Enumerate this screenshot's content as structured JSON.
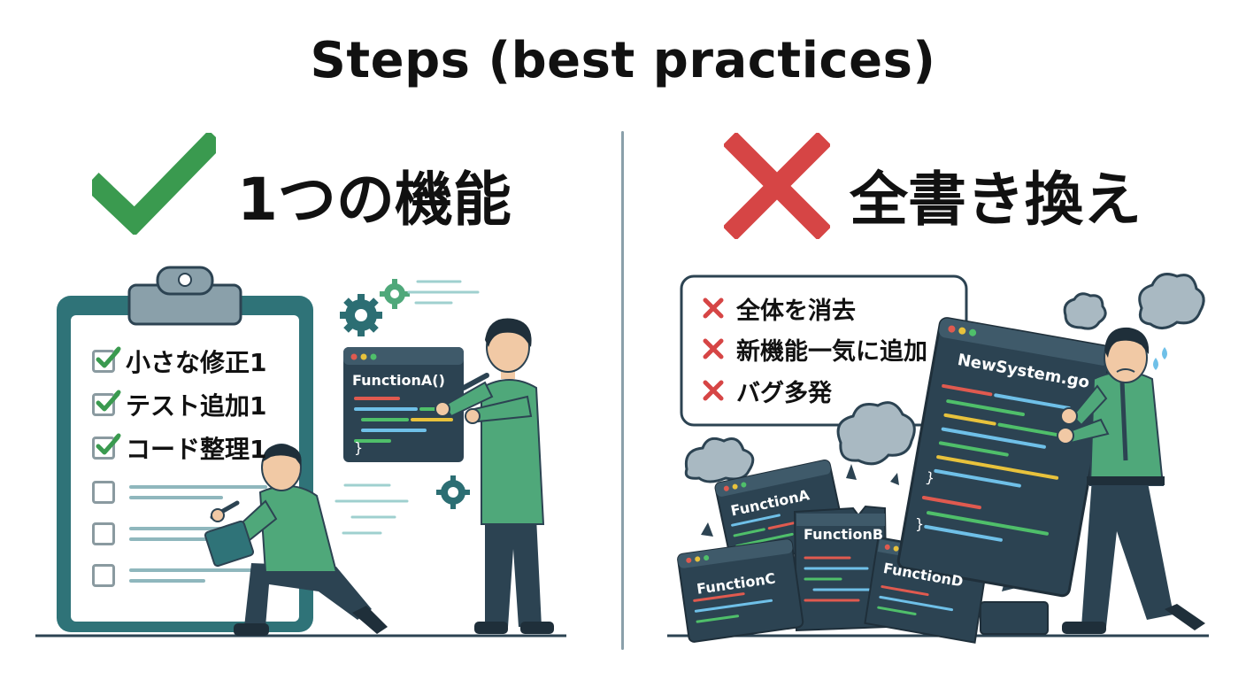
{
  "title": "Steps (best practices)",
  "good": {
    "heading": "1つの機能",
    "mark_icon": "check-icon",
    "mark_color": "#3a9a4f",
    "checklist": [
      {
        "label": "小さな修正1",
        "checked": true
      },
      {
        "label": "テスト追加1",
        "checked": true
      },
      {
        "label": "コード整理1",
        "checked": true
      },
      {
        "label": "",
        "checked": false
      },
      {
        "label": "",
        "checked": false
      },
      {
        "label": "",
        "checked": false
      }
    ],
    "code_window": {
      "title": "FunctionA()",
      "closing": "}"
    }
  },
  "bad": {
    "heading": "全書き換え",
    "mark_icon": "cross-icon",
    "mark_color": "#d64545",
    "bullets": [
      "全体を消去",
      "新機能一気に追加",
      "バグ多発"
    ],
    "new_window": {
      "title": "NewSystem.go",
      "closing": "}"
    },
    "broken_windows": [
      "FunctionA",
      "FunctionB",
      "FunctionC",
      "FunctionD"
    ],
    "closing": "}"
  },
  "colors": {
    "navy": "#2c4352",
    "green_shirt": "#4fa87a",
    "clipboard_frame": "#2f7378",
    "divider": "#8aa0aa"
  }
}
